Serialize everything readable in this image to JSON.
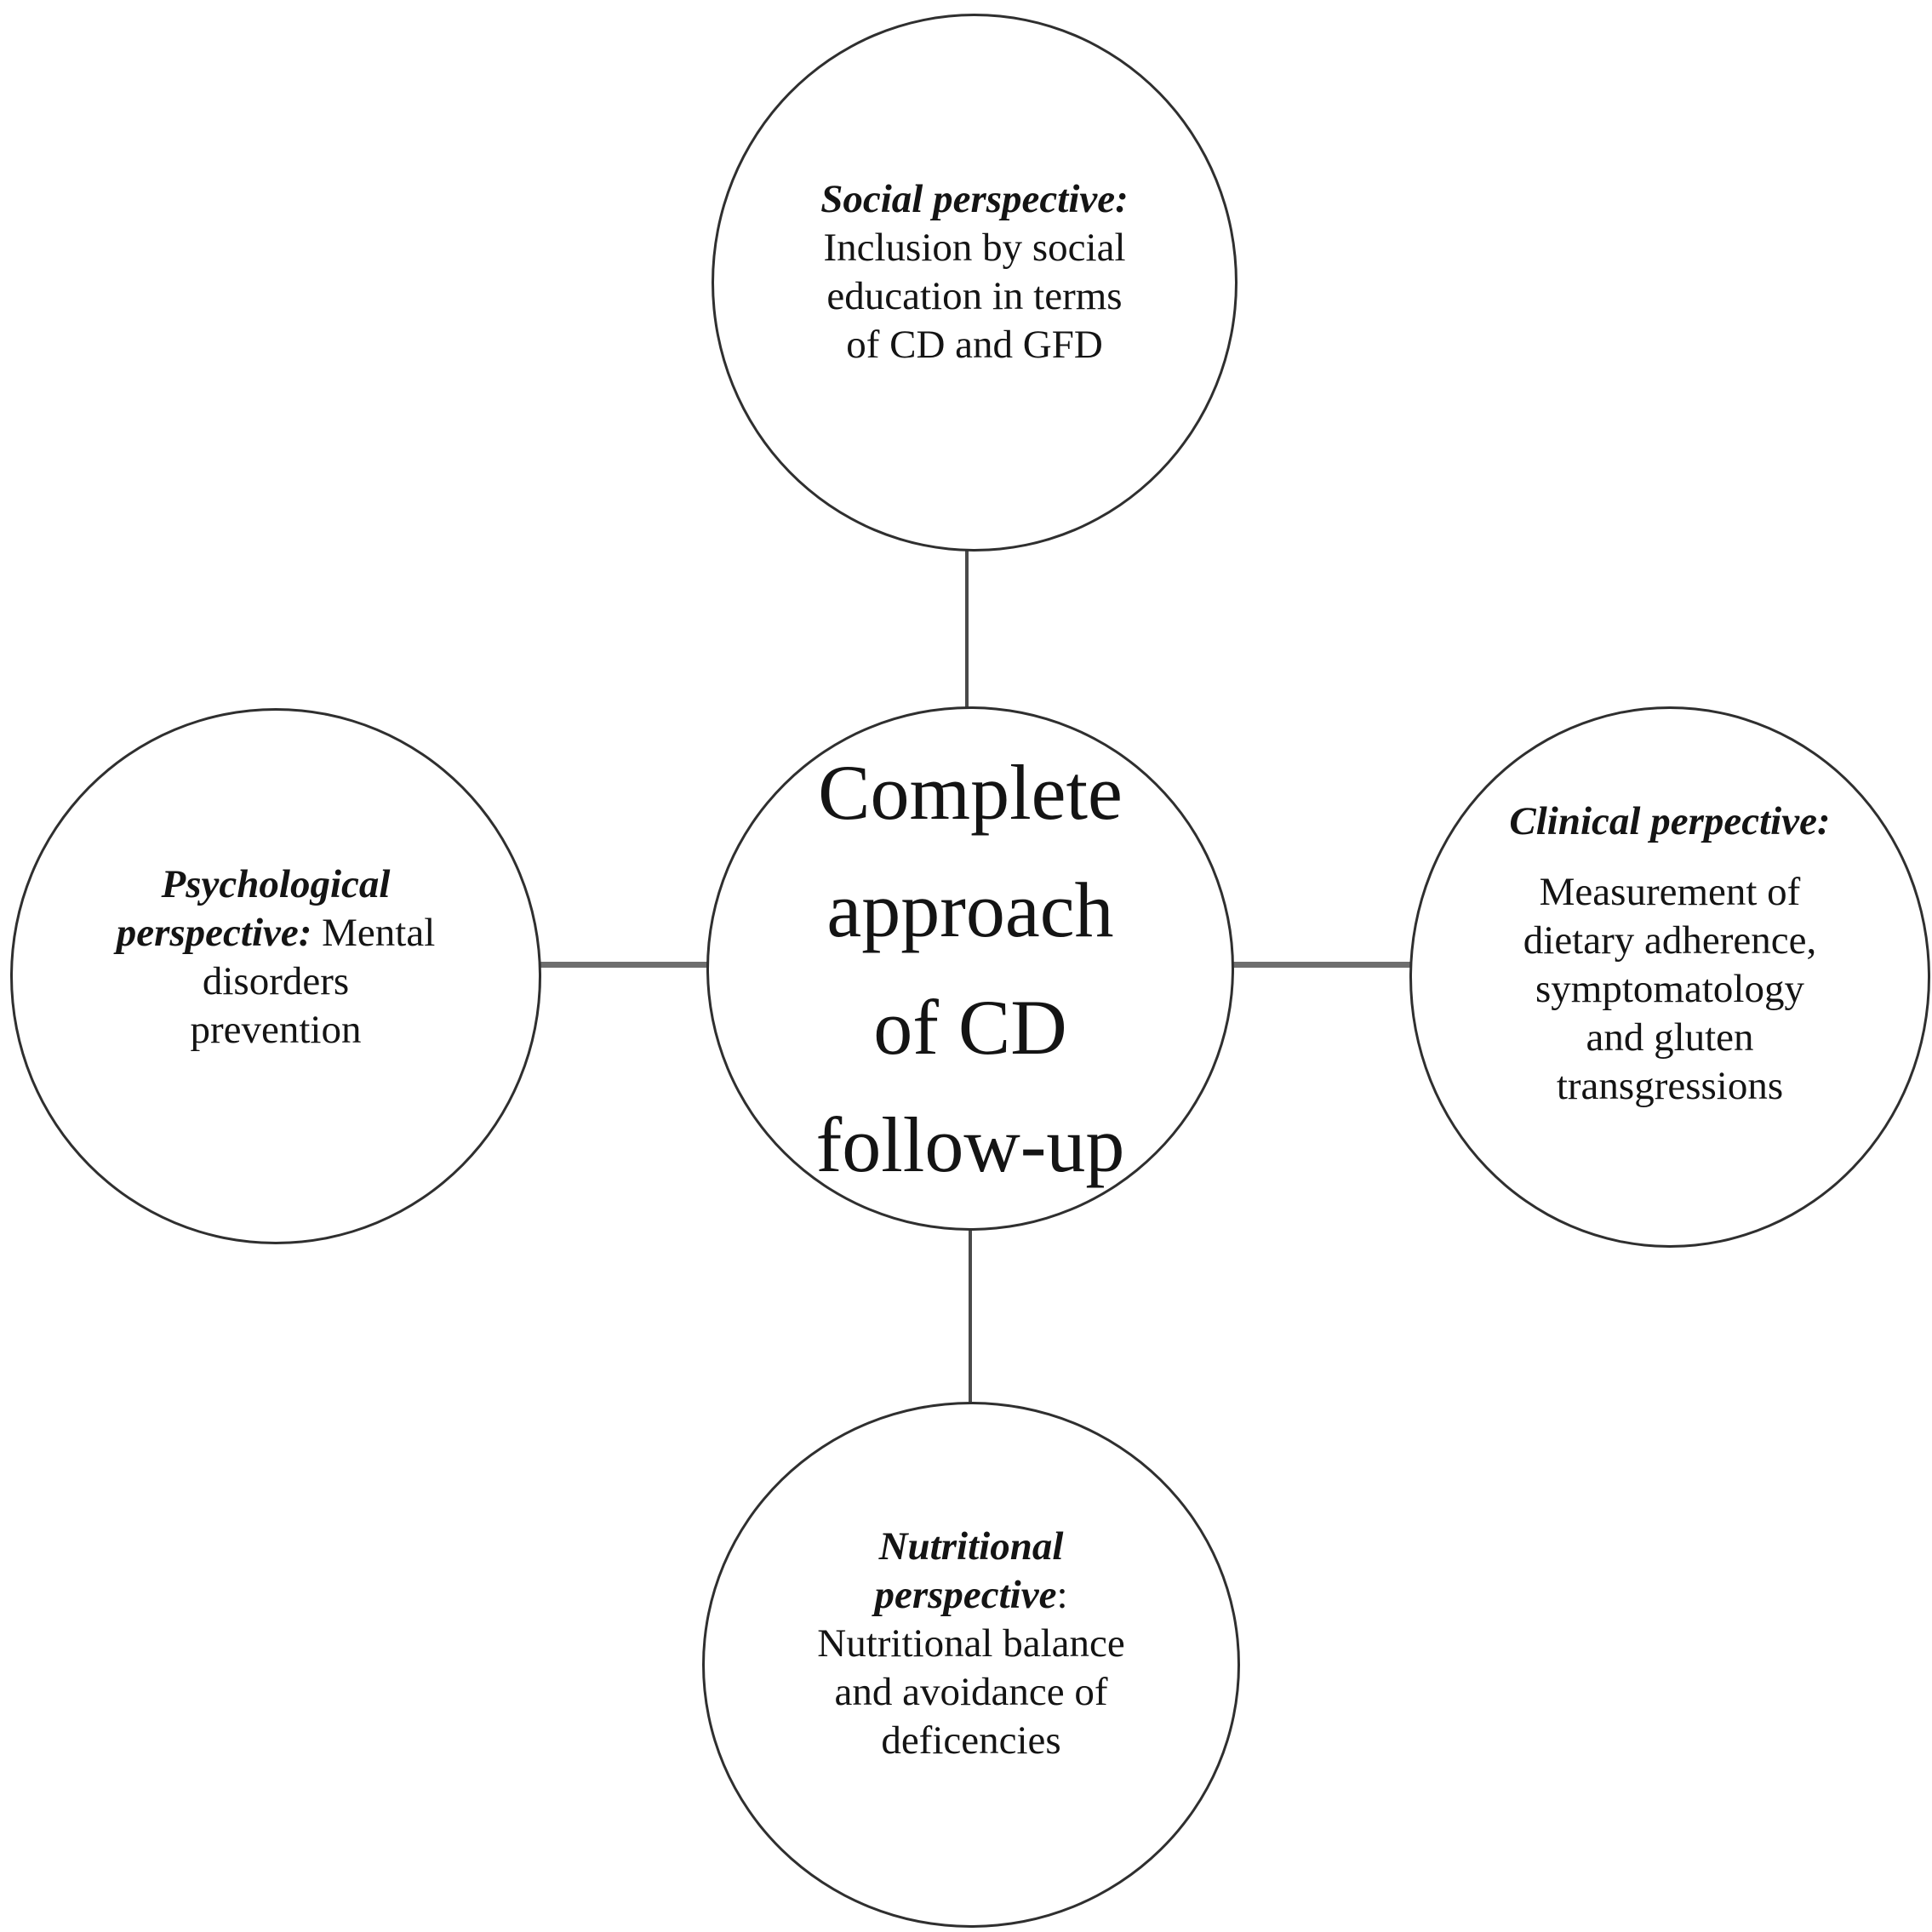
{
  "figure": {
    "type": "concept-diagram",
    "background_color": "#ffffff",
    "circle_stroke_color": "#2f2f2f",
    "vertical_connector_color": "#4a4a4a",
    "horizontal_connector_color": "#6e6e6e",
    "text_color": "#141414"
  },
  "nodes": {
    "center": {
      "lines": [
        "Complete",
        "approach",
        "of CD",
        "follow-up"
      ]
    },
    "social": {
      "heading": "Social perspective:",
      "body_lines": [
        "Inclusion by social",
        "education in terms",
        "of CD and GFD"
      ]
    },
    "psychological": {
      "heading_line1": "Psychological",
      "heading_line2": "perspective:",
      "body_start": "Mental",
      "body_lines": [
        "disorders",
        "prevention"
      ]
    },
    "clinical": {
      "heading": "Clinical perpective:",
      "body_lines": [
        "Measurement of",
        "dietary adherence,",
        "symptomatology",
        "and gluten",
        "transgressions"
      ]
    },
    "nutritional": {
      "heading_line1": "Nutritional",
      "heading_line2": "perspective",
      "heading_colon": ":",
      "body_lines": [
        "Nutritional balance",
        "and avoidance of",
        "deficencies"
      ]
    }
  },
  "connectors": [
    {
      "from": "center",
      "to": "social",
      "orientation": "vertical"
    },
    {
      "from": "center",
      "to": "psychological",
      "orientation": "horizontal"
    },
    {
      "from": "center",
      "to": "clinical",
      "orientation": "horizontal"
    },
    {
      "from": "center",
      "to": "nutritional",
      "orientation": "vertical"
    }
  ]
}
